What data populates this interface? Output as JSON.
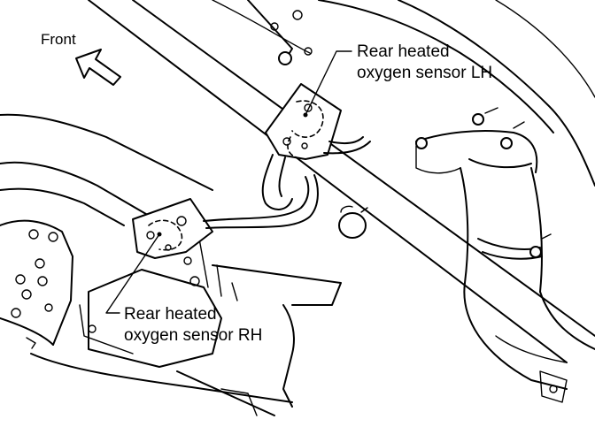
{
  "labels": {
    "front": "Front",
    "sensor_lh": [
      "Rear heated",
      "oxygen sensor LH"
    ],
    "sensor_rh": [
      "Rear heated",
      "oxygen sensor RH"
    ]
  },
  "colors": {
    "ink": "#000000",
    "paper": "#ffffff"
  },
  "icons": [
    "front-direction-arrow-icon"
  ]
}
